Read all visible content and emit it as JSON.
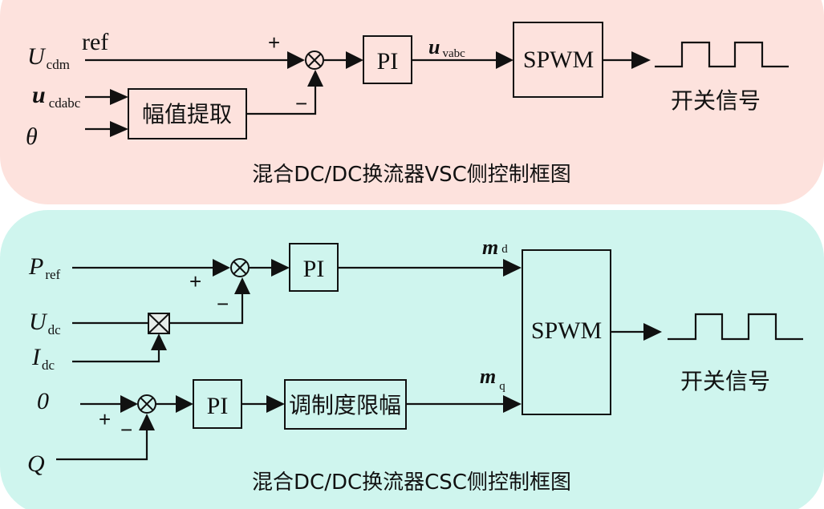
{
  "colors": {
    "vsc_panel": "#fde2dd",
    "csc_panel": "#cff5ee",
    "line": "#111111"
  },
  "vsc": {
    "caption": "混合DC/DC换流器VSC侧控制框图",
    "inputs": {
      "u_cdm_main": "U",
      "u_cdm_sub": "cdm",
      "u_cdm_ref": "ref",
      "u_cdabc_main": "u",
      "u_cdabc_sub": "cdabc",
      "theta": "θ"
    },
    "blocks": {
      "amplitude": "幅值提取",
      "pi": "PI",
      "spwm": "SPWM"
    },
    "signals": {
      "u_vabc_main": "u",
      "u_vabc_sub": "vabc"
    },
    "signs": {
      "plus": "+",
      "minus": "−"
    },
    "output_label": "开关信号"
  },
  "csc": {
    "caption": "混合DC/DC换流器CSC侧控制框图",
    "inputs": {
      "p_ref_main": "P",
      "p_ref_sub": "ref",
      "u_dc_main": "U",
      "u_dc_sub": "dc",
      "i_dc_main": "I",
      "i_dc_sub": "dc",
      "zero": "0",
      "q": "Q"
    },
    "blocks": {
      "pi_top": "PI",
      "pi_bottom": "PI",
      "limiter": "调制度限幅",
      "spwm": "SPWM"
    },
    "signals": {
      "m_d_main": "m",
      "m_d_sub": "d",
      "m_q_main": "m",
      "m_q_sub": "q"
    },
    "signs": {
      "top_plus": "+",
      "top_minus": "−",
      "bottom_plus": "+",
      "bottom_minus": "−"
    },
    "output_label": "开关信号"
  }
}
